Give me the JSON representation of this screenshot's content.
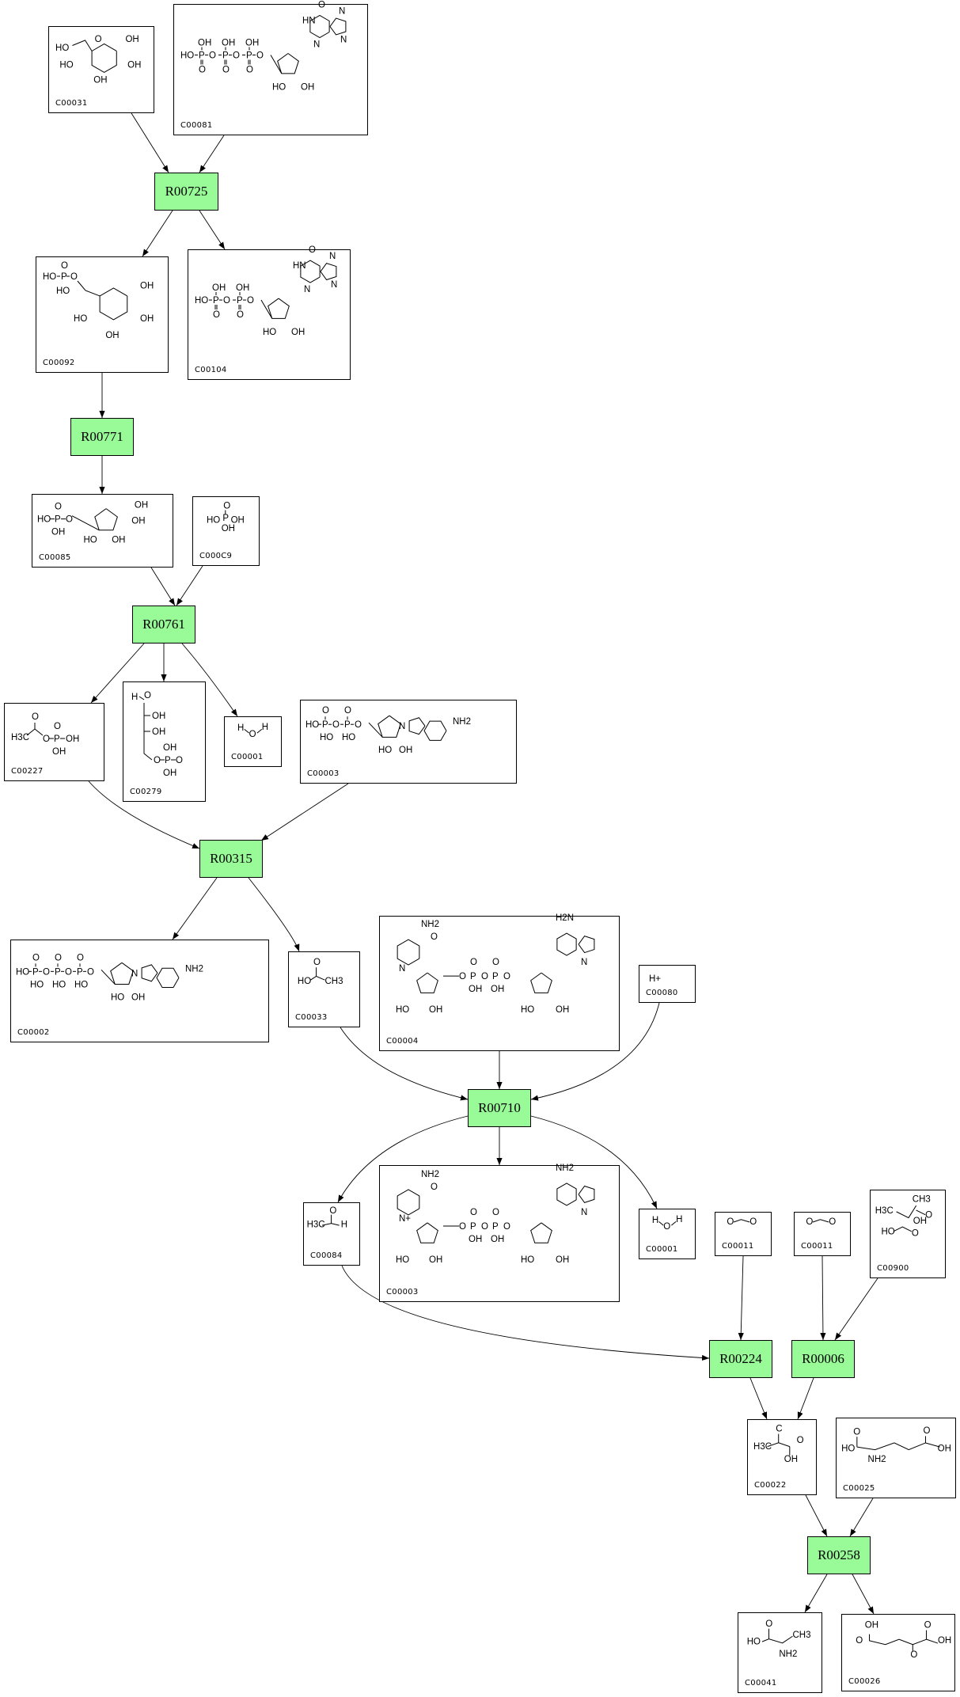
{
  "diagram": {
    "type": "metabolic pathway graph",
    "colors": {
      "reaction_fill": "#98fb98",
      "compound_fill": "#ffffff",
      "stroke": "#000000"
    },
    "reactions": [
      {
        "id": "R00725"
      },
      {
        "id": "R00771"
      },
      {
        "id": "R00761"
      },
      {
        "id": "R00315"
      },
      {
        "id": "R00710"
      },
      {
        "id": "R00224"
      },
      {
        "id": "R00006"
      },
      {
        "id": "R00258"
      }
    ],
    "compounds": [
      {
        "key": "c00031",
        "id": "C00031",
        "structure": "pyranose",
        "atoms": [
          "HO",
          "O",
          "OH",
          "HO",
          "OH",
          "OH"
        ]
      },
      {
        "key": "c00081",
        "id": "C00081",
        "structure": "triphosphate-nucleoside",
        "atoms": [
          "HO",
          "OH",
          "OH",
          "OH",
          "O",
          "O",
          "O",
          "HN",
          "N",
          "N",
          "HO",
          "OH"
        ]
      },
      {
        "key": "c00092",
        "id": "C00092",
        "structure": "phospho-pyranose",
        "atoms": [
          "HO",
          "O",
          "HO",
          "OH",
          "HO",
          "OH",
          "OH"
        ]
      },
      {
        "key": "c00104",
        "id": "C00104",
        "structure": "diphosphate-nucleoside",
        "atoms": [
          "HO",
          "OH",
          "OH",
          "O",
          "HN",
          "N",
          "N",
          "HO",
          "OH"
        ]
      },
      {
        "key": "c00085",
        "id": "C00085",
        "structure": "phospho-furanose",
        "atoms": [
          "HO",
          "O",
          "OH",
          "OH",
          "OH",
          "HO",
          "OH"
        ]
      },
      {
        "key": "c00009",
        "id": "C000C9",
        "structure": "phosphate",
        "atoms": [
          "O",
          "HO",
          "P",
          "OH",
          "OH"
        ]
      },
      {
        "key": "c00227",
        "id": "C00227",
        "structure": "acetyl-phosphate",
        "atoms": [
          "O",
          "H3C",
          "O",
          "P",
          "OH",
          "OH"
        ]
      },
      {
        "key": "c00279",
        "id": "C00279",
        "structure": "erythrose-4-phosphate",
        "atoms": [
          "H",
          "O",
          "OH",
          "OH",
          "OH",
          "O",
          "P",
          "O",
          "OH"
        ]
      },
      {
        "key": "c00001a",
        "id": "C00001",
        "structure": "water",
        "atoms": [
          "H",
          "O",
          "H"
        ]
      },
      {
        "key": "c00003a",
        "id": "C00003",
        "structure": "adp",
        "atoms": [
          "HO",
          "OH",
          "OH",
          "N",
          "NH2",
          "HO",
          "OH"
        ]
      },
      {
        "key": "c00002",
        "id": "C00002",
        "structure": "atp",
        "atoms": [
          "HO",
          "HO",
          "HO",
          "HO",
          "N",
          "NH2",
          "HO",
          "OH"
        ]
      },
      {
        "key": "c00033",
        "id": "C00033",
        "structure": "acetic-acid",
        "atoms": [
          "O",
          "HO",
          "CH3"
        ]
      },
      {
        "key": "c00004",
        "id": "C00004",
        "structure": "nadh",
        "atoms": [
          "NH2",
          "O",
          "N",
          "O",
          "P",
          "OH",
          "OH",
          "H2N",
          "N",
          "HO",
          "OH",
          "HO",
          "OH"
        ]
      },
      {
        "key": "c00080",
        "id": "C00080",
        "structure": "proton",
        "atoms": [
          "H+"
        ]
      },
      {
        "key": "c00084",
        "id": "C00084",
        "structure": "acetaldehyde",
        "atoms": [
          "O",
          "H3C",
          "H"
        ]
      },
      {
        "key": "c00003b",
        "id": "C00003",
        "structure": "nad",
        "atoms": [
          "O",
          "NH2",
          "N+",
          "O",
          "P",
          "OH",
          "OH",
          "NH2",
          "N",
          "HO",
          "OH",
          "HO",
          "OH"
        ]
      },
      {
        "key": "c00001b",
        "id": "C00001",
        "structure": "water",
        "atoms": [
          "H",
          "O",
          "H"
        ]
      },
      {
        "key": "c00011a",
        "id": "C00011",
        "structure": "co2",
        "atoms": [
          "O",
          "O"
        ]
      },
      {
        "key": "c00011b",
        "id": "C00011",
        "structure": "co2",
        "atoms": [
          "O",
          "O"
        ]
      },
      {
        "key": "c00900",
        "id": "C00900",
        "structure": "acetolactate",
        "atoms": [
          "CH3",
          "H3C",
          "O",
          "OH",
          "HO",
          "O"
        ]
      },
      {
        "key": "c00022",
        "id": "C00022",
        "structure": "pyruvate",
        "atoms": [
          "C",
          "H3C",
          "O",
          "OH"
        ]
      },
      {
        "key": "c00025",
        "id": "C00025",
        "structure": "glutamate",
        "atoms": [
          "O",
          "HO",
          "NH2",
          "O",
          "OH"
        ]
      },
      {
        "key": "c00041",
        "id": "C00041",
        "structure": "alanine",
        "atoms": [
          "O",
          "HO",
          "CH3",
          "NH2"
        ]
      },
      {
        "key": "c00026",
        "id": "C00026",
        "structure": "2-oxoglutarate",
        "atoms": [
          "OH",
          "O",
          "O",
          "OH",
          "O"
        ]
      }
    ],
    "edges": [
      {
        "from": "c00031",
        "to": "R00725"
      },
      {
        "from": "c00081",
        "to": "R00725"
      },
      {
        "from": "R00725",
        "to": "c00092"
      },
      {
        "from": "R00725",
        "to": "c00104"
      },
      {
        "from": "c00092",
        "to": "R00771"
      },
      {
        "from": "R00771",
        "to": "c00085"
      },
      {
        "from": "c00085",
        "to": "R00761"
      },
      {
        "from": "c00009",
        "to": "R00761"
      },
      {
        "from": "R00761",
        "to": "c00227"
      },
      {
        "from": "R00761",
        "to": "c00279"
      },
      {
        "from": "R00761",
        "to": "c00001a"
      },
      {
        "from": "c00227",
        "to": "R00315"
      },
      {
        "from": "c00003a",
        "to": "R00315"
      },
      {
        "from": "R00315",
        "to": "c00002"
      },
      {
        "from": "R00315",
        "to": "c00033"
      },
      {
        "from": "c00033",
        "to": "R00710"
      },
      {
        "from": "c00004",
        "to": "R00710"
      },
      {
        "from": "c00080",
        "to": "R00710"
      },
      {
        "from": "R00710",
        "to": "c00084"
      },
      {
        "from": "R00710",
        "to": "c00003b"
      },
      {
        "from": "R00710",
        "to": "c00001b"
      },
      {
        "from": "c00084",
        "to": "R00224"
      },
      {
        "from": "c00011a",
        "to": "R00224"
      },
      {
        "from": "c00011b",
        "to": "R00006"
      },
      {
        "from": "c00900",
        "to": "R00006"
      },
      {
        "from": "R00224",
        "to": "c00022"
      },
      {
        "from": "R00006",
        "to": "c00022"
      },
      {
        "from": "c00022",
        "to": "R00258"
      },
      {
        "from": "c00025",
        "to": "R00258"
      },
      {
        "from": "R00258",
        "to": "c00041"
      },
      {
        "from": "R00258",
        "to": "c00026"
      }
    ]
  }
}
